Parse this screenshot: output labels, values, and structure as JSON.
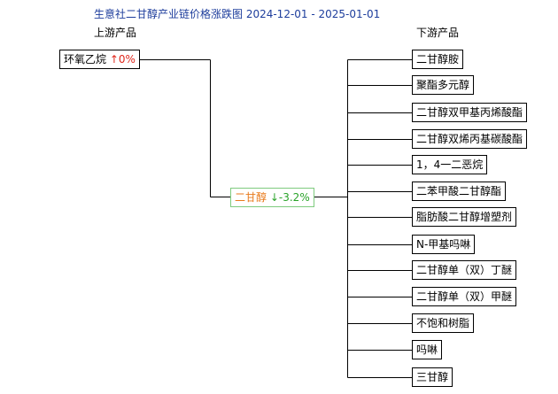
{
  "title": "生意社二甘醇产业链价格涨跌图 2024-12-01 - 2025-01-01",
  "upstream_header": "上游产品",
  "downstream_header": "下游产品",
  "upstream": [
    {
      "name": "环氧乙烷",
      "arrow": "↑",
      "change": "0%"
    }
  ],
  "center": {
    "name": "二甘醇",
    "arrow": "↓",
    "change": "-3.2%"
  },
  "downstream": [
    "二甘醇胺",
    "聚酯多元醇",
    "二甘醇双甲基丙烯酸酯",
    "二甘醇双烯丙基碳酸酯",
    "1，4一二恶烷",
    "二苯甲酸二甘醇酯",
    "脂肪酸二甘醇增塑剂",
    "N-甲基吗啉",
    "二甘醇单（双）丁醚",
    "二甘醇单（双）甲醚",
    "不饱和树脂",
    "吗啉",
    "三甘醇"
  ],
  "colors": {
    "title": "#1d3d9c",
    "center_text": "#e87a1c",
    "center_border": "#7ecb7e",
    "rise": "#e0261b",
    "fall": "#2aa32a"
  }
}
